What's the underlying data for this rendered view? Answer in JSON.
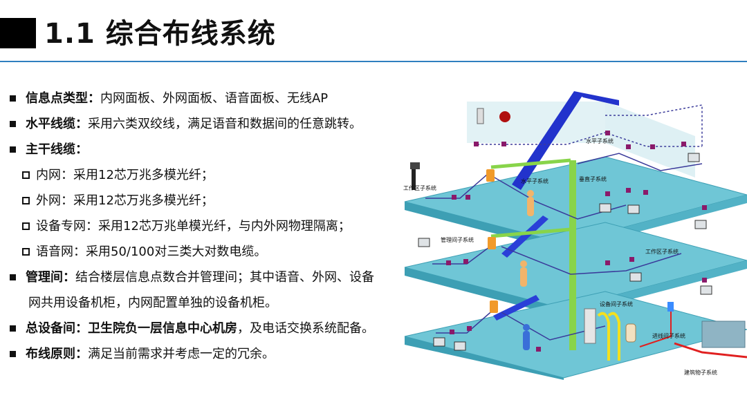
{
  "slide": {
    "title": "1.1 综合布线系统",
    "accent_color": "#2f7fbf"
  },
  "bullets": [
    {
      "head": "信息点类型：",
      "text": "内网面板、外网面板、语音面板、无线AP"
    },
    {
      "head": "水平线缆：",
      "text": "采用六类双绞线，满足语音和数据间的任意跳转。"
    },
    {
      "head": "主干线缆：",
      "text": ""
    }
  ],
  "sub_items": [
    "内网：采用12芯万兆多模光纤；",
    "外网：采用12芯万兆多模光纤；",
    "设备专网：采用12芯万兆单模光纤，与内外网物理隔离；",
    "语音网：采用50/100对三类大对数电缆。"
  ],
  "bullets2": [
    {
      "head": "管理间：",
      "text": "结合楼层信息点数合并管理间；其中语音、外网、设备",
      "cont": "网共用设备机柜，内网配置单独的设备机柜。"
    },
    {
      "head": "总设备间：",
      "text": "卫生院负一层信息中心机房",
      "text_bold": true,
      "tail": "，及电话交换系统配备。"
    },
    {
      "head": "布线原则：",
      "text": "满足当前需求并考虑一定的冗余。"
    }
  ],
  "diagram": {
    "labels": {
      "horizontal_top": "水平子系统",
      "horizontal_mid": "水平子系统",
      "vertical": "垂直子系统",
      "work_area_left": "工作区子系统",
      "work_area_right": "工作区子系统",
      "management": "管理间子系统",
      "equipment": "设备间子系统",
      "entrance": "进线间子系统",
      "building": "建筑物子系统"
    },
    "colors": {
      "floor": "#6fc6d6",
      "floor_edge": "#3d9fb4",
      "backbone": "#2233cc",
      "vertical": "#88d44a",
      "cable": "#3a3a9a",
      "outlet": "#8a1a6a",
      "external": "#e02020"
    }
  }
}
